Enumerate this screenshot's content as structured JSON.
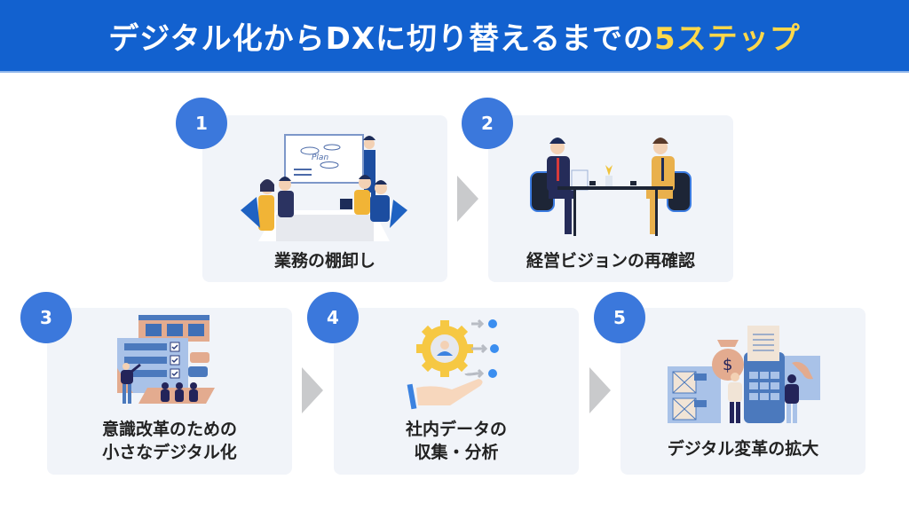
{
  "header": {
    "title_main": "デジタル化からDXに切り替えるまでの",
    "title_accent": "5ステップ",
    "background_color": "#1261cf",
    "accent_color": "#ffd84a"
  },
  "steps": [
    {
      "number": "1",
      "label": "業務の棚卸し",
      "illustration": "team-meeting-plan-whiteboard-illustration"
    },
    {
      "number": "2",
      "label": "経営ビジョンの再確認",
      "illustration": "business-discussion-table-illustration"
    },
    {
      "number": "3",
      "label": "意識改革のための\n小さなデジタル化",
      "illustration": "checklist-presentation-illustration"
    },
    {
      "number": "4",
      "label": "社内データの\n収集・分析",
      "illustration": "gear-data-hand-illustration"
    },
    {
      "number": "5",
      "label": "デジタル変革の拡大",
      "illustration": "finance-calculator-team-illustration"
    }
  ],
  "colors": {
    "badge": "#3b78dc",
    "card": "#f1f4f9",
    "arrow": "#c9cacc"
  }
}
